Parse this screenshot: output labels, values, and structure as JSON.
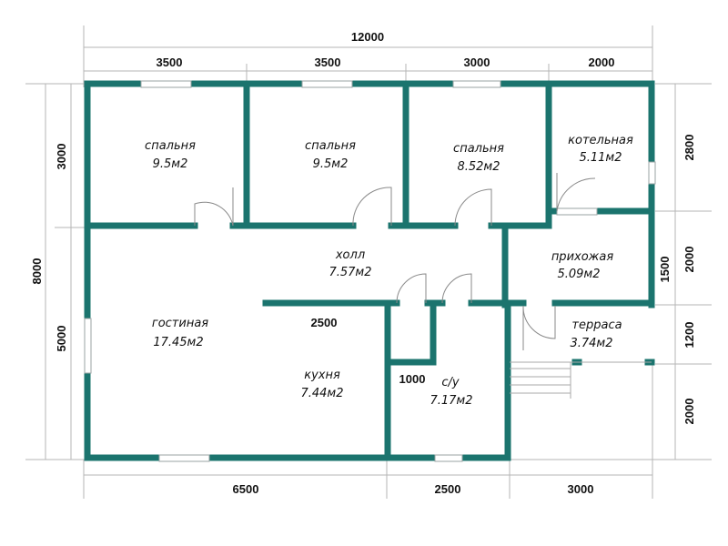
{
  "colors": {
    "wall": "#1b746e",
    "dimension": "#b5b5b5",
    "text": "#111111"
  },
  "rooms": [
    {
      "name": "спальня",
      "area": "9.5м2"
    },
    {
      "name": "спальня",
      "area": "9.5м2"
    },
    {
      "name": "спальня",
      "area": "8.52м2"
    },
    {
      "name": "котельная",
      "area": "5.11м2"
    },
    {
      "name": "холл",
      "area": "7.57м2"
    },
    {
      "name": "прихожая",
      "area": "5.09м2"
    },
    {
      "name": "гостиная",
      "area": "17.45м2"
    },
    {
      "name": "кухня",
      "area": "7.44м2"
    },
    {
      "name": "с/у",
      "area": "7.17м2"
    },
    {
      "name": "терраса",
      "area": "3.74м2"
    }
  ],
  "dimensions": {
    "top_total": "12000",
    "top_segments": [
      "3500",
      "3500",
      "3000",
      "2000"
    ],
    "bottom_segments": [
      "6500",
      "2500",
      "3000"
    ],
    "left_total": "8000",
    "left_segments": [
      "3000",
      "5000"
    ],
    "right_segments": [
      "2800",
      "2000",
      "1500",
      "1200",
      "2000"
    ],
    "inner": [
      "2500",
      "1000"
    ]
  }
}
